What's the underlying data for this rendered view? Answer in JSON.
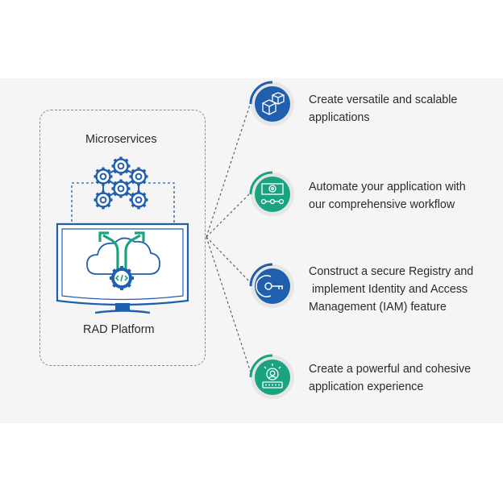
{
  "left_panel": {
    "microservices_label": "Microservices",
    "platform_label": "RAD Platform"
  },
  "features": [
    {
      "icon": "boxes-icon",
      "color": "#1f5fae",
      "lines": [
        "Create versatile and scalable",
        "applications"
      ]
    },
    {
      "icon": "workflow-icon",
      "color": "#1aa37f",
      "lines": [
        "Automate your application with",
        "our comprehensive workflow"
      ]
    },
    {
      "icon": "key-icon",
      "color": "#1f5fae",
      "lines": [
        "Construct a secure Registry and",
        " implement Identity and Access",
        "Management (IAM) feature"
      ]
    },
    {
      "icon": "user-rating-icon",
      "color": "#1aa37f",
      "lines": [
        "Create a powerful and cohesive",
        "application experience"
      ]
    }
  ],
  "colors": {
    "blue": "#1f5fae",
    "green": "#1aa37f",
    "dark_blue": "#1e3f73"
  }
}
